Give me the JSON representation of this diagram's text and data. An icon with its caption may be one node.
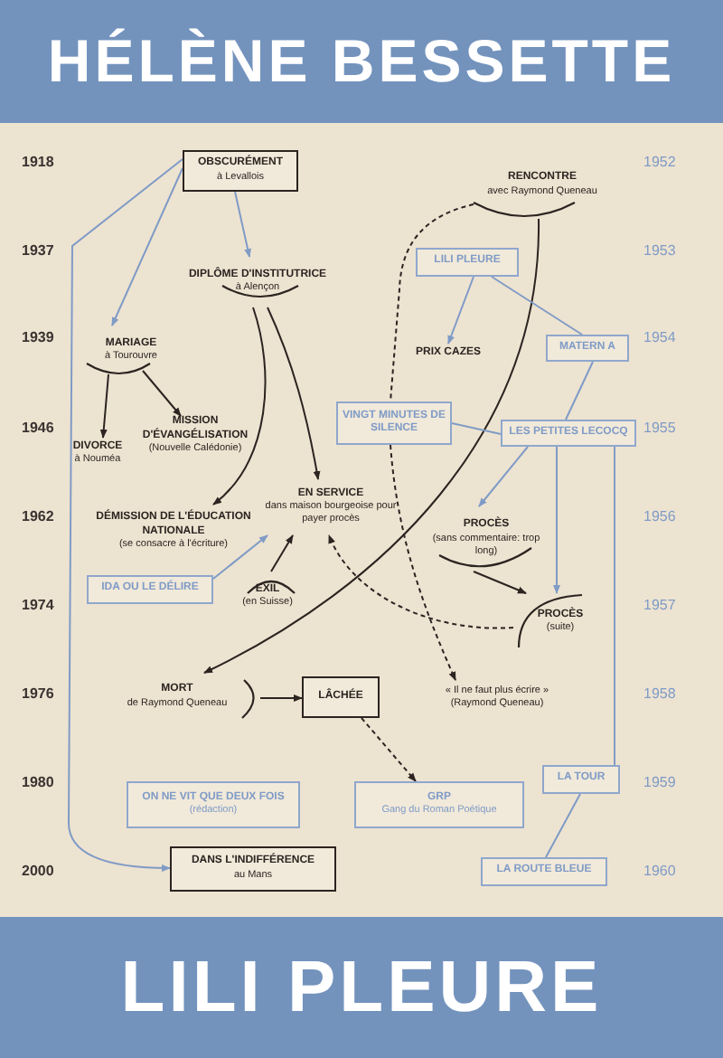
{
  "diagram": {
    "title": "HÉLÈNE BESSETTE",
    "caption": "LILI PLEURE",
    "nodes": [
      {
        "text": [
          "OBSCURÉMENT",
          "à Levallois"
        ]
      },
      {
        "text": [
          "RENCONTRE",
          "avec Raymond Queneau"
        ]
      },
      {
        "text": [
          "DIPLÔME D'INSTITUTRICE",
          "à Alençon"
        ]
      },
      {
        "text": [
          "LILI PLEURE"
        ]
      },
      {
        "text": [
          "MARIAGE",
          "à Tourouvre"
        ]
      },
      {
        "text": [
          "PRIX CAZES"
        ]
      },
      {
        "text": [
          "MATERN A"
        ]
      },
      {
        "text": [
          "DIVORCE",
          "à Nouméa"
        ]
      },
      {
        "text": [
          "MISSION D'ÉVANGÉLISATION",
          "(Nouvelle Calédonie)"
        ]
      },
      {
        "text": [
          "VINGT MINUTES DE SILENCE"
        ]
      },
      {
        "text": [
          "LES PETITES LECOCQ"
        ]
      },
      {
        "text": [
          "DÉMISSION DE L'ÉDUCATION NATIONALE",
          "(se consacre à l'écriture)"
        ]
      },
      {
        "text": [
          "EN SERVICE",
          "dans maison bourgeoise pour payer procès"
        ]
      },
      {
        "text": [
          "PROCÈS",
          "(sans commentaire: trop long)"
        ]
      },
      {
        "text": [
          "IDA OU LE DÉLIRE"
        ]
      },
      {
        "text": [
          "EXIL",
          "(en Suisse)"
        ]
      },
      {
        "text": [
          "PROCÈS",
          "(suite)"
        ]
      },
      {
        "text": [
          "MORT",
          "de Raymond Queneau"
        ]
      },
      {
        "text": [
          "LÂCHÉE"
        ]
      },
      {
        "text": [
          "« Il ne faut plus écrire »",
          "(Raymond Queneau)"
        ]
      },
      {
        "text": [
          "ON NE VIT QUE DEUX FOIS",
          "(rédaction)"
        ]
      },
      {
        "text": [
          "GRP",
          "Gang du Roman Poétique"
        ]
      },
      {
        "text": [
          "LA TOUR"
        ]
      },
      {
        "text": [
          "DANS L'INDIFFÉRENCE",
          "au Mans"
        ]
      },
      {
        "text": [
          "LA ROUTE BLEUE"
        ]
      }
    ],
    "edges": [
      {
        "from": 0,
        "to": 4,
        "arrow": "to",
        "color": "#7f9bc6"
      },
      {
        "from": 0,
        "to": 2,
        "arrow": "to",
        "color": "#7f9bc6"
      },
      {
        "from": 0,
        "to": 23,
        "arrow": "to",
        "color": "#7f9bc6"
      },
      {
        "from": 4,
        "to": 7,
        "arrow": "to",
        "color": "#2b2420"
      },
      {
        "from": 4,
        "to": 8,
        "arrow": "to",
        "color": "#2b2420"
      },
      {
        "from": 2,
        "to": 11,
        "arrow": "to",
        "color": "#2b2420"
      },
      {
        "from": 2,
        "to": 12,
        "arrow": "to",
        "color": "#2b2420"
      },
      {
        "from": 1,
        "to": 17,
        "arrow": "to",
        "color": "#2b2420"
      },
      {
        "from": 1,
        "to": 9,
        "arrow": "none",
        "style": "dashed",
        "color": "#2b2420"
      },
      {
        "from": 9,
        "to": 19,
        "arrow": "to",
        "style": "dashed",
        "color": "#2b2420"
      },
      {
        "from": 3,
        "to": 5,
        "arrow": "to",
        "color": "#7f9bc6"
      },
      {
        "from": 3,
        "to": 6,
        "arrow": "none",
        "color": "#7f9bc6"
      },
      {
        "from": 6,
        "to": 10,
        "arrow": "none",
        "color": "#7f9bc6"
      },
      {
        "from": 9,
        "to": 10,
        "arrow": "none",
        "color": "#7f9bc6"
      },
      {
        "from": 10,
        "to": 13,
        "arrow": "to",
        "color": "#7f9bc6"
      },
      {
        "from": 10,
        "to": 16,
        "arrow": "to",
        "color": "#7f9bc6"
      },
      {
        "from": 10,
        "to": 22,
        "arrow": "none",
        "color": "#7f9bc6"
      },
      {
        "from": 22,
        "to": 24,
        "arrow": "none",
        "color": "#7f9bc6"
      },
      {
        "from": 14,
        "to": 12,
        "arrow": "to",
        "color": "#7f9bc6"
      },
      {
        "from": 15,
        "to": 12,
        "arrow": "to",
        "color": "#2b2420"
      },
      {
        "from": 13,
        "to": 16,
        "arrow": "to",
        "color": "#2b2420"
      },
      {
        "from": 16,
        "to": 12,
        "arrow": "to",
        "style": "dashed",
        "color": "#2b2420"
      },
      {
        "from": 17,
        "to": 18,
        "arrow": "to",
        "color": "#2b2420"
      },
      {
        "from": 18,
        "to": 21,
        "arrow": "to",
        "style": "dashed",
        "color": "#2b2420"
      }
    ],
    "labels": [
      "1918",
      "1952",
      "1937",
      "1953",
      "1939",
      "1954",
      "1946",
      "1955",
      "1962",
      "1956",
      "1974",
      "1957",
      "1976",
      "1958",
      "1980",
      "1959",
      "2000",
      "1960"
    ]
  }
}
